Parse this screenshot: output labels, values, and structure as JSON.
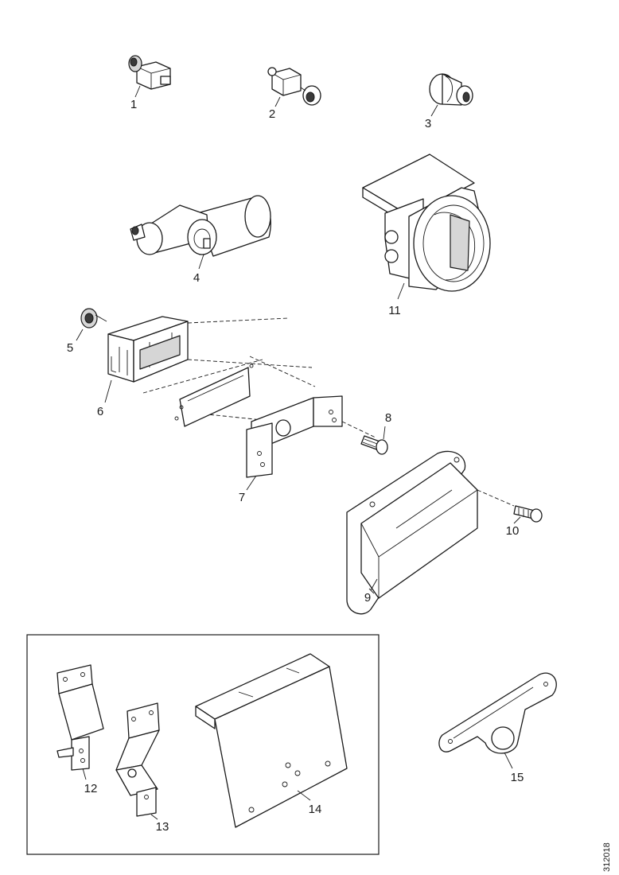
{
  "callouts": {
    "p1": "1",
    "p2": "2",
    "p3": "3",
    "p4": "4",
    "p5": "5",
    "p6": "6",
    "p7": "7",
    "p8": "8",
    "p9": "9",
    "p10": "10",
    "p11": "11",
    "p12": "12",
    "p13": "13",
    "p14": "14",
    "p15": "15"
  },
  "reference_number": "312018"
}
